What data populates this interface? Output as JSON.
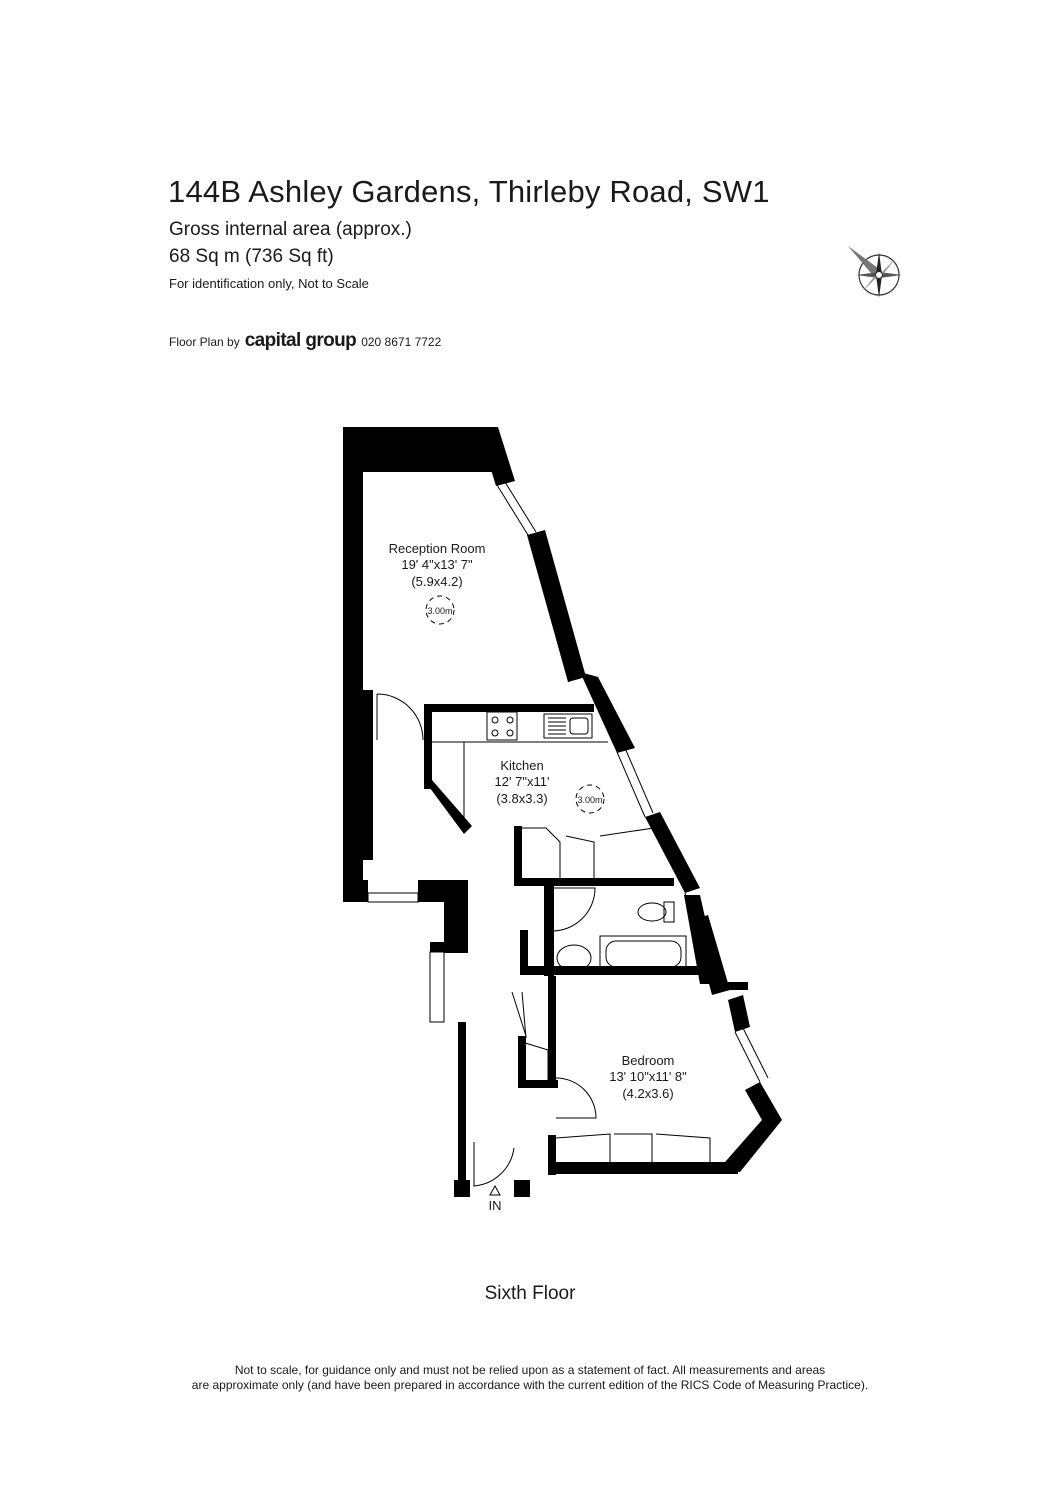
{
  "header": {
    "title": "144B Ashley Gardens, Thirleby Road, SW1",
    "area_label": "Gross internal area (approx.)",
    "area_value": "68 Sq m (736 Sq ft)",
    "identification": "For identification only, Not to Scale",
    "credit_prefix": "Floor Plan by",
    "credit_brand": "capital group",
    "credit_phone": "020 8671 7722"
  },
  "compass_icon": "compass-rose-icon",
  "rooms": {
    "reception": {
      "name": "Reception Room",
      "imperial": "19' 4\"x13' 7\"",
      "metric": "(5.9x4.2)",
      "ceiling": "3.00m"
    },
    "kitchen": {
      "name": "Kitchen",
      "imperial": "12' 7\"x11'",
      "metric": "(3.8x3.3)",
      "ceiling": "3.00m"
    },
    "bedroom": {
      "name": "Bedroom",
      "imperial": "13' 10\"x11' 8\"",
      "metric": "(4.2x3.6)"
    }
  },
  "entrance_label": "IN",
  "floor_name": "Sixth Floor",
  "footer": {
    "line1": "Not to scale, for guidance only and must not be relied upon as a statement of fact.  All measurements and areas",
    "line2": "are approximate only (and have been prepared in accordance with the current edition of the RICS Code of Measuring Practice)."
  }
}
